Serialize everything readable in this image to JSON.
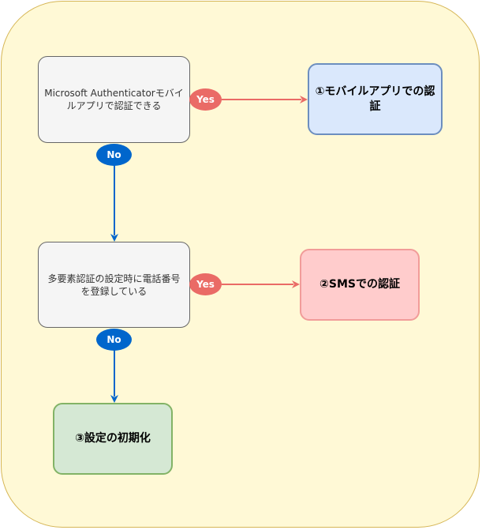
{
  "flow": {
    "decision1": "Microsoft Authenticatorモバイルアプリで認証できる",
    "decision2": "多要素認証の設定時に電話番号を登録している",
    "result1": "①モバイルアプリでの認証",
    "result2": "②SMSでの認証",
    "result3": "③設定の初期化",
    "yes_label": "Yes",
    "no_label": "No"
  },
  "colors": {
    "background": "#fff9d6",
    "yes_edge": "#ea6b66",
    "no_edge": "#0066cc",
    "result1_fill": "#dae8fc",
    "result2_fill": "#ffcccc",
    "result3_fill": "#d5e8d4"
  }
}
